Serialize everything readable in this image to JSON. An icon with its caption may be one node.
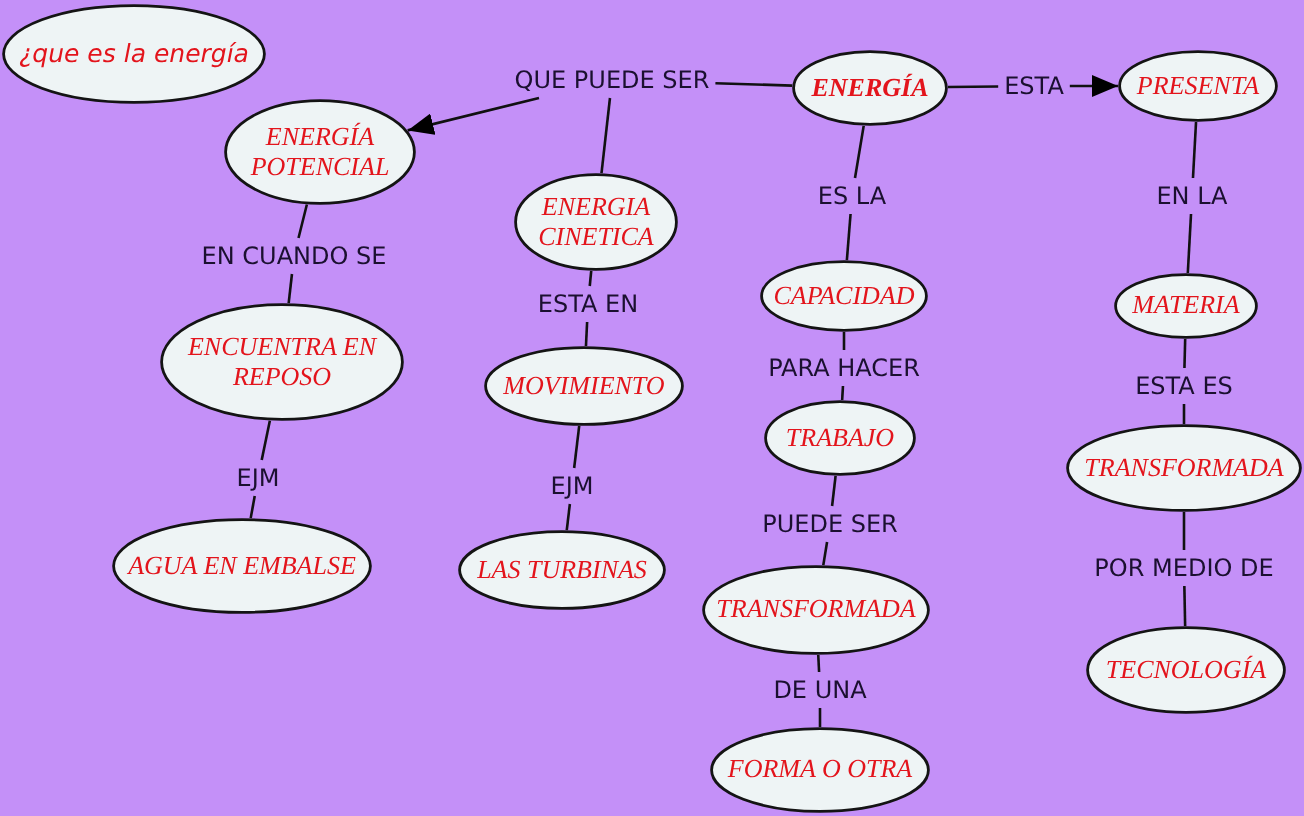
{
  "diagram": {
    "nodes": [
      {
        "text": [
          "¿que es la energía"
        ]
      },
      {
        "text": [
          "QUE PUEDE SER"
        ]
      },
      {
        "text": [
          "ENERGÍA"
        ]
      },
      {
        "text": [
          "ESTA"
        ]
      },
      {
        "text": [
          "PRESENTA"
        ]
      },
      {
        "text": [
          "ENERGÍA POTENCIAL"
        ]
      },
      {
        "text": [
          "ENERGIA CINETICA"
        ]
      },
      {
        "text": [
          "ES LA"
        ]
      },
      {
        "text": [
          "EN LA"
        ]
      },
      {
        "text": [
          "EN CUANDO SE"
        ]
      },
      {
        "text": [
          "CAPACIDAD"
        ]
      },
      {
        "text": [
          "MATERIA"
        ]
      },
      {
        "text": [
          "ENCUENTRA EN REPOSO"
        ]
      },
      {
        "text": [
          "ESTA EN"
        ]
      },
      {
        "text": [
          "MOVIMIENTO"
        ]
      },
      {
        "text": [
          "PARA HACER"
        ]
      },
      {
        "text": [
          "ESTA ES"
        ]
      },
      {
        "text": [
          "TRABAJO"
        ]
      },
      {
        "text": [
          "TRANSFORMADA"
        ]
      },
      {
        "text": [
          "EJM"
        ]
      },
      {
        "text": [
          "EJM"
        ]
      },
      {
        "text": [
          "PUEDE SER"
        ]
      },
      {
        "text": [
          "AGUA EN EMBALSE"
        ]
      },
      {
        "text": [
          "LAS TURBINAS"
        ]
      },
      {
        "text": [
          "POR MEDIO DE"
        ]
      },
      {
        "text": [
          "TRANSFORMADA"
        ]
      },
      {
        "text": [
          "TECNOLOGÍA"
        ]
      },
      {
        "text": [
          "DE UNA"
        ]
      },
      {
        "text": [
          "FORMA O OTRA"
        ]
      }
    ],
    "edges": [
      {
        "from": 2,
        "to": 1,
        "arrow": "none"
      },
      {
        "from": 1,
        "to": 5,
        "arrow": "to"
      },
      {
        "from": 1,
        "to": 6,
        "arrow": "none"
      },
      {
        "from": 2,
        "to": 3,
        "arrow": "none"
      },
      {
        "from": 3,
        "to": 4,
        "arrow": "to"
      },
      {
        "from": 2,
        "to": 7,
        "arrow": "none"
      },
      {
        "from": 7,
        "to": 10,
        "arrow": "none"
      },
      {
        "from": 4,
        "to": 8,
        "arrow": "none"
      },
      {
        "from": 8,
        "to": 11,
        "arrow": "none"
      },
      {
        "from": 5,
        "to": 9,
        "arrow": "none"
      },
      {
        "from": 9,
        "to": 12,
        "arrow": "none"
      },
      {
        "from": 12,
        "to": 19,
        "arrow": "none"
      },
      {
        "from": 19,
        "to": 22,
        "arrow": "none"
      },
      {
        "from": 6,
        "to": 13,
        "arrow": "none"
      },
      {
        "from": 13,
        "to": 14,
        "arrow": "none"
      },
      {
        "from": 14,
        "to": 20,
        "arrow": "none"
      },
      {
        "from": 20,
        "to": 23,
        "arrow": "none"
      },
      {
        "from": 10,
        "to": 15,
        "arrow": "none"
      },
      {
        "from": 15,
        "to": 17,
        "arrow": "none"
      },
      {
        "from": 17,
        "to": 21,
        "arrow": "none"
      },
      {
        "from": 21,
        "to": 25,
        "arrow": "none"
      },
      {
        "from": 25,
        "to": 27,
        "arrow": "none"
      },
      {
        "from": 27,
        "to": 28,
        "arrow": "none"
      },
      {
        "from": 11,
        "to": 16,
        "arrow": "none"
      },
      {
        "from": 16,
        "to": 18,
        "arrow": "none"
      },
      {
        "from": 18,
        "to": 24,
        "arrow": "none"
      },
      {
        "from": 24,
        "to": 26,
        "arrow": "none"
      }
    ]
  }
}
